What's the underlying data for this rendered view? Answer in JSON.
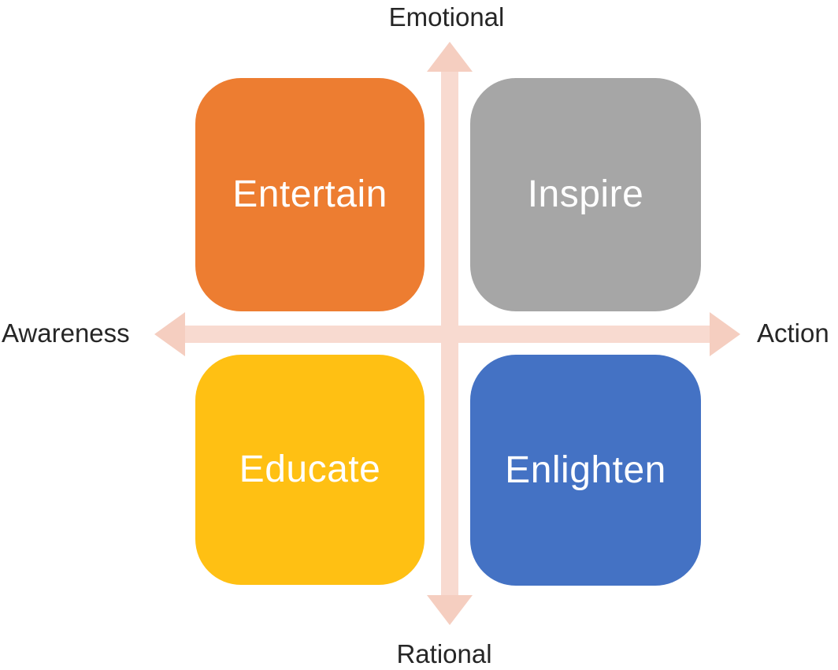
{
  "diagram": {
    "type": "quadrant-matrix",
    "axes": {
      "top_label": "Emotional",
      "bottom_label": "Rational",
      "left_label": "Awareness",
      "right_label": "Action"
    },
    "quadrants": [
      {
        "label": "Entertain",
        "position": "top-left",
        "color": "#ED7D31"
      },
      {
        "label": "Inspire",
        "position": "top-right",
        "color": "#A6A6A6"
      },
      {
        "label": "Educate",
        "position": "bottom-left",
        "color": "#FFC013"
      },
      {
        "label": "Enlighten",
        "position": "bottom-right",
        "color": "#4472C4"
      }
    ],
    "colors": {
      "background": "#FFFFFF",
      "arrow_head": "#F5CEC0",
      "arrow_shaft": "#F8DAD0",
      "axis_label_text": "#262626",
      "quadrant_label_text": "#FFFFFF"
    }
  }
}
